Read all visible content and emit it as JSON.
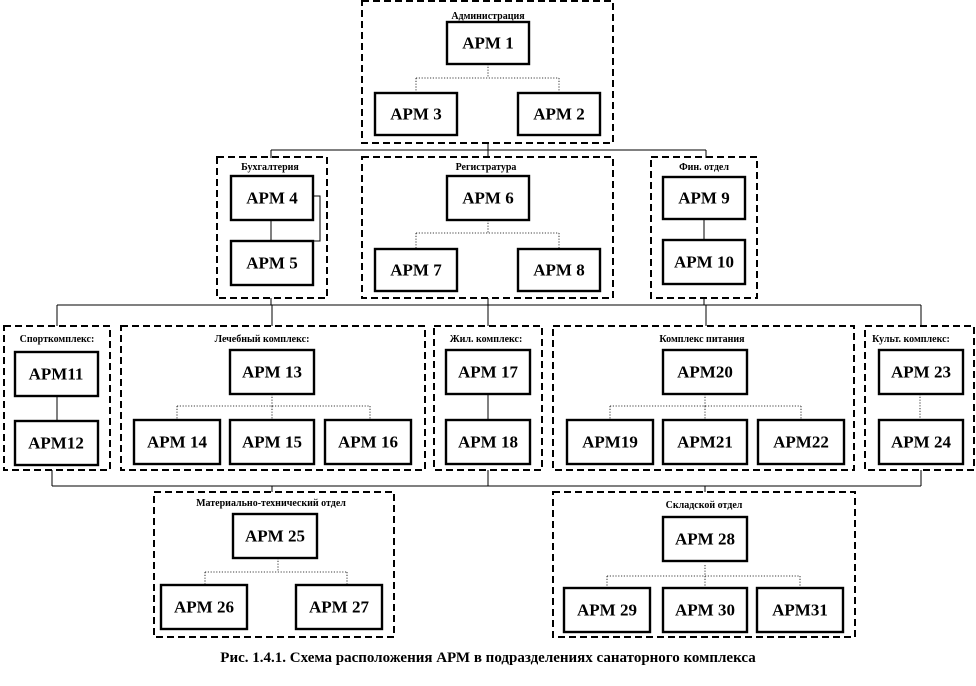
{
  "departments": {
    "administration": "Администрация",
    "accounting": "Бухгалтерия",
    "registry": "Регистратура",
    "finance": "Фин. отдел",
    "sport": "Спорткомплекс:",
    "medical": "Лечебный комплекс:",
    "housing": "Жил. комплекс:",
    "catering": "Комплекс питания",
    "culture": "Культ. комплекс:",
    "logistics": "Материально-технический отдел",
    "warehouse": "Складской отдел"
  },
  "workstations": {
    "arm1": "APM 1",
    "arm2": "APM 2",
    "arm3": "APM 3",
    "arm4": "APM 4",
    "arm5": "APM 5",
    "arm6": "APM 6",
    "arm7": "APM 7",
    "arm8": "APM 8",
    "arm9": "APM 9",
    "arm10": "APM 10",
    "arm11": "APM11",
    "arm12": "APM12",
    "arm13": "APM 13",
    "arm14": "APM 14",
    "arm15": "APM 15",
    "arm16": "APM 16",
    "arm17": "APM 17",
    "arm18": "APM 18",
    "arm19": "APM19",
    "arm20": "APM20",
    "arm21": "APM21",
    "arm22": "APM22",
    "arm23": "APM 23",
    "arm24": "APM 24",
    "arm25": "APM 25",
    "arm26": "APM 26",
    "arm27": "APM 27",
    "arm28": "APM 28",
    "arm29": "APM 29",
    "arm30": "APM 30",
    "arm31": "APM31"
  },
  "caption": "Рис. 1.4.1. Схема расположения АРМ в подразделениях санаторного комплекса"
}
